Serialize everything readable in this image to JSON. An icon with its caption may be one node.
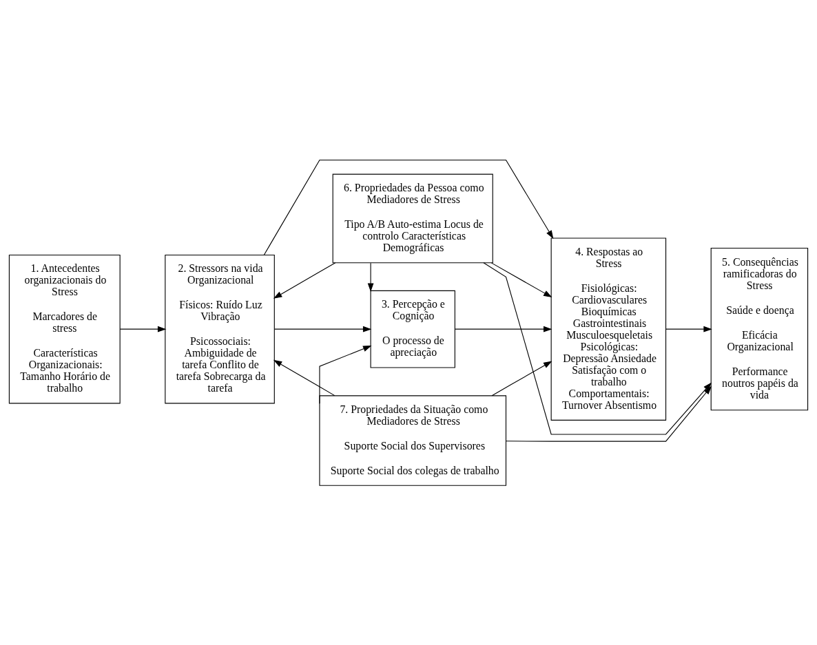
{
  "diagram": {
    "nodes": [
      {
        "text": [
          "1. Antecedentes organizacionais do Stress",
          "Marcadores de stress",
          "Características Organizacionais: Tamanho Horário de trabalho"
        ]
      },
      {
        "text": [
          "2. Stressors na vida Organizacional",
          "Físicos: Ruído Luz Vibração",
          "Psicossociais: Ambiguidade de tarefa Conflito de tarefa Sobrecarga da tarefa"
        ]
      },
      {
        "text": [
          "3. Percepção e Cognição",
          "O processo de apreciação"
        ]
      },
      {
        "text": [
          "4. Respostas ao Stress",
          "Fisiológicas: Cardiovasculares Bioquímicas Gastrointestinais Musculoesqueletais Psicológicas: Depressão Ansiedade Satisfação com o trabalho Comportamentais: Turnover Absentismo"
        ]
      },
      {
        "text": [
          "5. Consequências ramificadoras do Stress",
          "Saúde e doença",
          "Eficácia Organizacional",
          "Performance noutros papéis da vida"
        ]
      },
      {
        "text": [
          "6. Propriedades da Pessoa como Mediadores de Stress",
          "Tipo A/B Auto-estima Locus de controlo Características Demográficas"
        ]
      },
      {
        "text": [
          "7. Propriedades da Situação como Mediadores de Stress",
          "Suporte Social dos Supervisores",
          "Suporte Social dos colegas de trabalho"
        ]
      }
    ],
    "edges": [
      {
        "from": 0,
        "to": 1,
        "arrow": "to"
      },
      {
        "from": 1,
        "to": 2,
        "arrow": "to"
      },
      {
        "from": 2,
        "to": 3,
        "arrow": "to"
      },
      {
        "from": 3,
        "to": 4,
        "arrow": "to"
      },
      {
        "from": 1,
        "to": 3,
        "arrow": "to"
      },
      {
        "from": 5,
        "to": 1,
        "arrow": "to"
      },
      {
        "from": 5,
        "to": 2,
        "arrow": "to"
      },
      {
        "from": 5,
        "to": 3,
        "arrow": "to"
      },
      {
        "from": 5,
        "to": 4,
        "arrow": "to"
      },
      {
        "from": 6,
        "to": 1,
        "arrow": "to"
      },
      {
        "from": 6,
        "to": 2,
        "arrow": "to"
      },
      {
        "from": 6,
        "to": 3,
        "arrow": "to"
      },
      {
        "from": 6,
        "to": 4,
        "arrow": "to"
      }
    ]
  }
}
